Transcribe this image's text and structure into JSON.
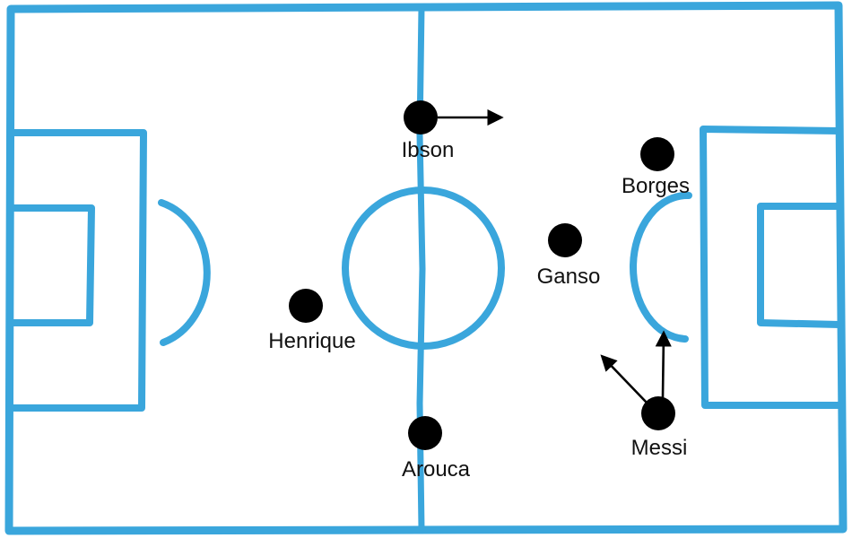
{
  "colors": {
    "pitch_line": "#3aa6dc",
    "player": "#000000",
    "arrow": "#000000",
    "background": "#ffffff"
  },
  "players": [
    {
      "id": "ibson",
      "name": "Ibson"
    },
    {
      "id": "borges",
      "name": "Borges"
    },
    {
      "id": "ganso",
      "name": "Ganso"
    },
    {
      "id": "henrique",
      "name": "Henrique"
    },
    {
      "id": "arouca",
      "name": "Arouca"
    },
    {
      "id": "messi",
      "name": "Messi"
    }
  ]
}
